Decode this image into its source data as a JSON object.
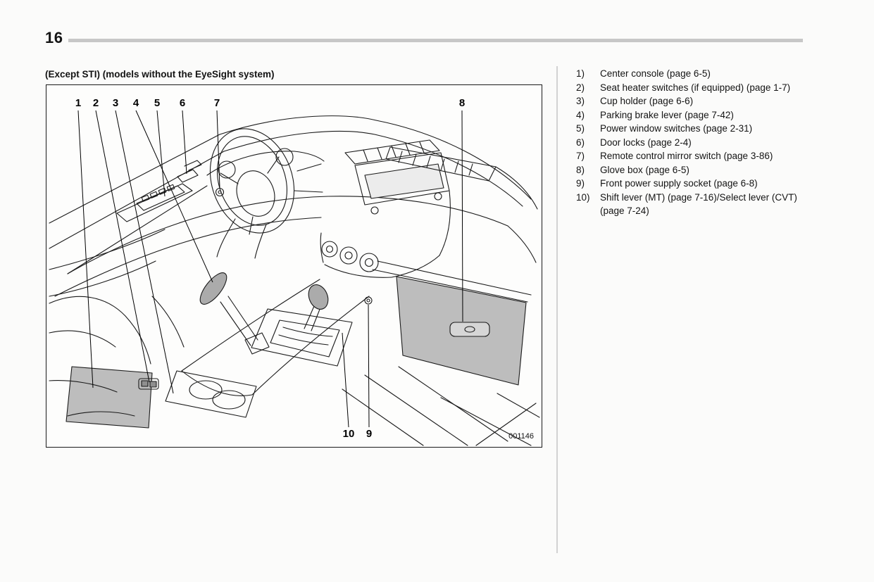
{
  "page": {
    "number": "16",
    "caption": "(Except STI) (models without the EyeSight system)",
    "figure_code": "001146"
  },
  "callouts": [
    "1",
    "2",
    "3",
    "4",
    "5",
    "6",
    "7",
    "8",
    "9",
    "10"
  ],
  "legend": {
    "items": [
      {
        "num": "1)",
        "text": "Center console (page 6-5)"
      },
      {
        "num": "2)",
        "text": "Seat heater switches (if equipped) (page 1-7)"
      },
      {
        "num": "3)",
        "text": "Cup holder (page 6-6)"
      },
      {
        "num": "4)",
        "text": "Parking brake lever (page 7-42)"
      },
      {
        "num": "5)",
        "text": "Power window switches (page 2-31)"
      },
      {
        "num": "6)",
        "text": "Door locks (page 2-4)"
      },
      {
        "num": "7)",
        "text": "Remote control mirror switch (page 3-86)"
      },
      {
        "num": "8)",
        "text": "Glove box (page 6-5)"
      },
      {
        "num": "9)",
        "text": "Front power supply socket (page 6-8)"
      },
      {
        "num": "10)",
        "text": "Shift lever (MT) (page 7-16)/Select lever (CVT) (page 7-24)"
      }
    ]
  }
}
